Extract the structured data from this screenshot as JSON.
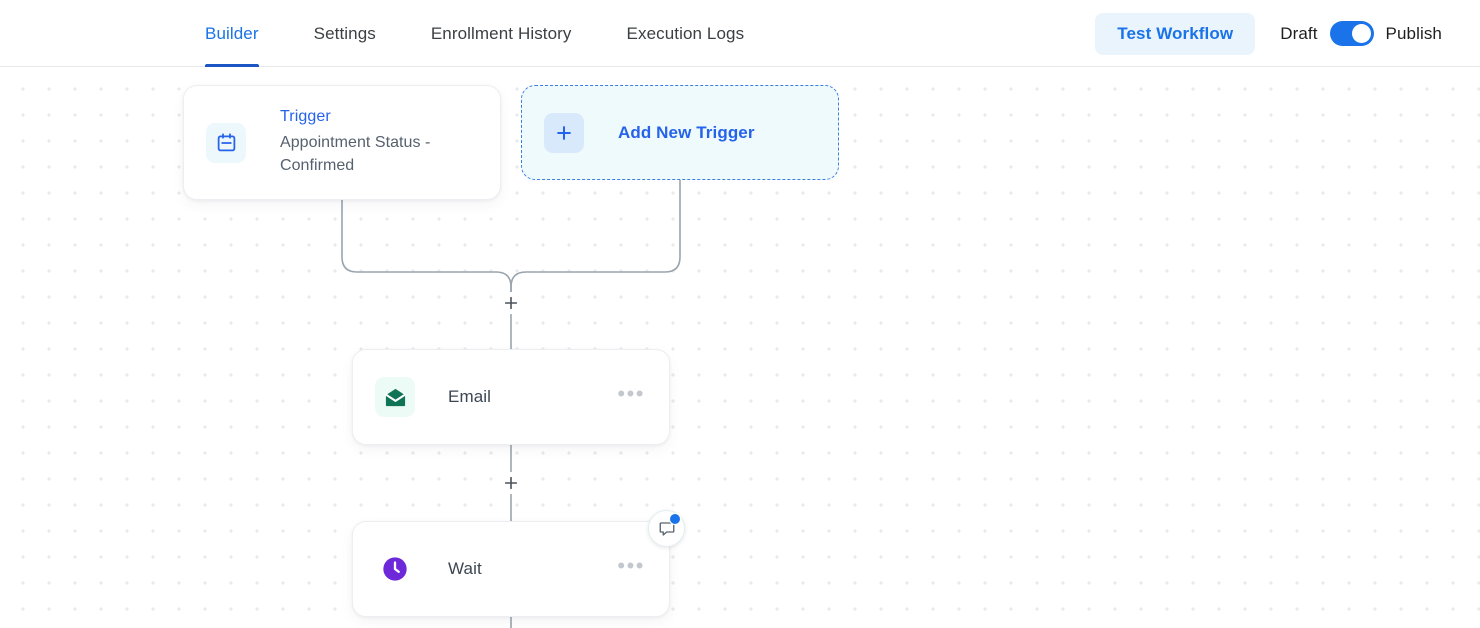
{
  "header": {
    "tabs": [
      {
        "label": "Builder",
        "active": true
      },
      {
        "label": "Settings",
        "active": false
      },
      {
        "label": "Enrollment History",
        "active": false
      },
      {
        "label": "Execution Logs",
        "active": false
      }
    ],
    "test_workflow_label": "Test Workflow",
    "draft_label": "Draft",
    "publish_label": "Publish",
    "toggle_state": "on",
    "accent_color": "#1a73e8",
    "active_tab_underline_color": "#1a56c4"
  },
  "canvas": {
    "trigger_node": {
      "title": "Trigger",
      "subtitle": "Appointment Status - Confirmed",
      "icon": "calendar-icon",
      "icon_color": "#2563eb",
      "icon_bg": "#edf8fd"
    },
    "add_trigger_node": {
      "label": "Add New Trigger",
      "icon": "plus-icon",
      "icon_color": "#2563eb",
      "icon_bg": "#d9e9fc",
      "border_color": "#3c7de0",
      "fill_color": "#effafd"
    },
    "action_nodes": [
      {
        "label": "Email",
        "icon": "envelope-icon",
        "icon_color": "#0f7355",
        "icon_bg": "#edfbf6",
        "menu": "•••"
      },
      {
        "label": "Wait",
        "icon": "clock-icon",
        "icon_color": "#6d28d9",
        "icon_bg": "transparent",
        "menu": "•••"
      }
    ],
    "comment_badge": {
      "icon": "comment-icon",
      "has_unread_dot": true,
      "dot_color": "#1a73e8"
    },
    "edge_add_buttons": [
      {
        "name": "add-step-after-triggers"
      },
      {
        "name": "add-step-after-email"
      }
    ],
    "grid_dot_color": "#e7e9ec",
    "connector_color": "#9aa4ad"
  }
}
